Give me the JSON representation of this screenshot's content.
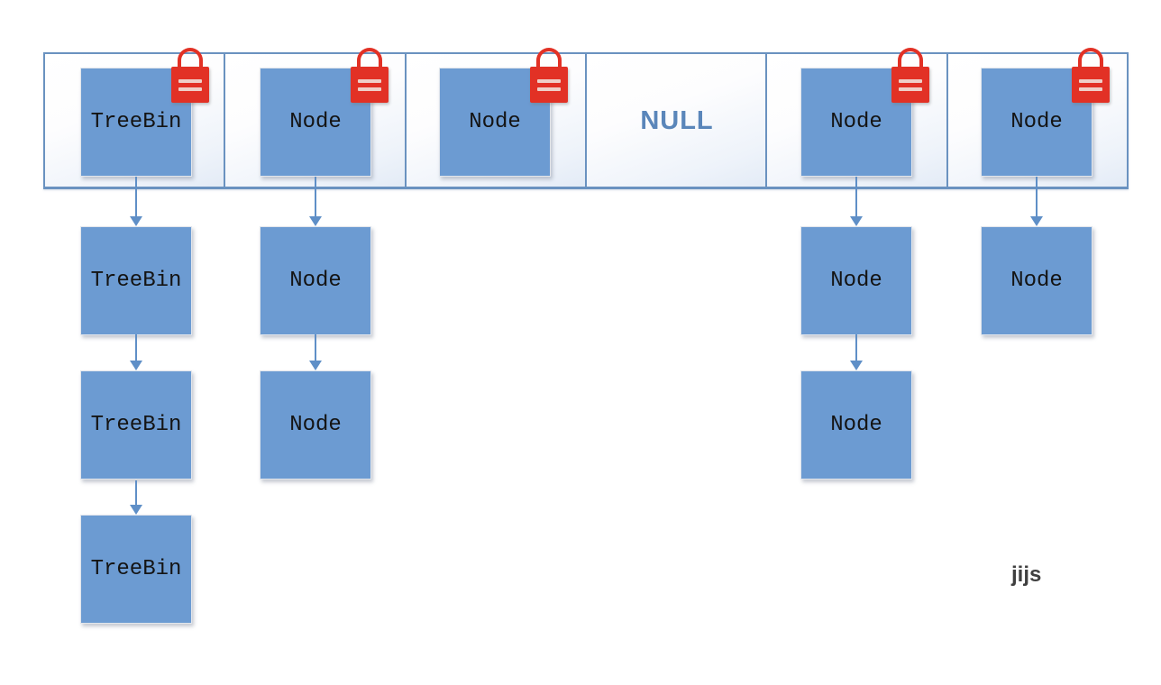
{
  "diagram": {
    "annotation": "jijs",
    "bucket_array": {
      "buckets": [
        {
          "label": "TreeBin",
          "locked": true
        },
        {
          "label": "Node",
          "locked": true
        },
        {
          "label": "Node",
          "locked": true
        },
        {
          "label": "NULL",
          "locked": false,
          "empty": true
        },
        {
          "label": "Node",
          "locked": true
        },
        {
          "label": "Node",
          "locked": true
        }
      ]
    },
    "chains": [
      {
        "bucket_index": 0,
        "nodes": [
          "TreeBin",
          "TreeBin",
          "TreeBin"
        ]
      },
      {
        "bucket_index": 1,
        "nodes": [
          "Node",
          "Node"
        ]
      },
      {
        "bucket_index": 4,
        "nodes": [
          "Node",
          "Node"
        ]
      },
      {
        "bucket_index": 5,
        "nodes": [
          "Node"
        ]
      }
    ],
    "icons": {
      "lock": "padlock-icon",
      "arrow": "arrow-down-icon"
    },
    "colors": {
      "node_fill": "#6c9bd2",
      "array_border": "#6a92c0",
      "arrow": "#5f8fc7",
      "lock_red": "#e23125",
      "lock_lines": "#efcfc7",
      "null_text": "#5a86ba",
      "node_text": "#141414",
      "annotation_text": "#3f3f3f"
    }
  }
}
